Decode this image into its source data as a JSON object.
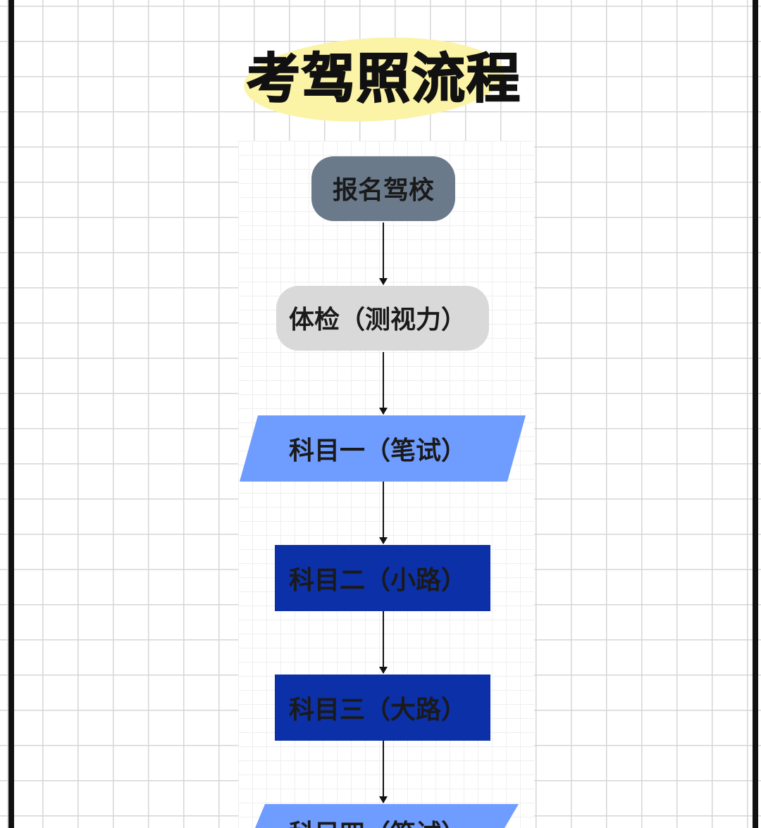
{
  "title": "考驾照流程",
  "colors": {
    "grid": "#d6d6d6",
    "title_highlight": "#fbf3a6",
    "arrow": "#111111"
  },
  "flow": {
    "steps": [
      {
        "label": "报名驾校",
        "shape": "rounded",
        "color": "#6b7a8b"
      },
      {
        "label": "体检（测视力）",
        "shape": "rounded",
        "color": "#d9d9d9"
      },
      {
        "label": "科目一（笔试）",
        "shape": "parallelogram",
        "color": "#6f9cff"
      },
      {
        "label": "科目二（小路）",
        "shape": "rectangle",
        "color": "#0b30a8"
      },
      {
        "label": "科目三（大路）",
        "shape": "rectangle",
        "color": "#0b30a8"
      },
      {
        "label": "科目四（笔试）",
        "shape": "parallelogram",
        "color": "#6f9cff"
      }
    ]
  }
}
